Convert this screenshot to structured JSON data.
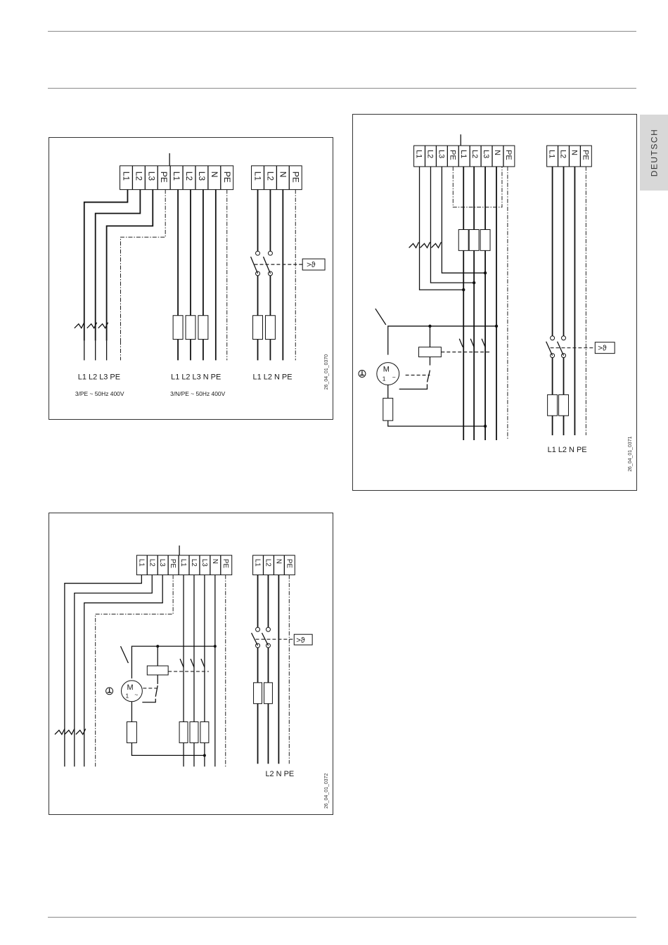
{
  "sidebar_tab": {
    "label": "DEUTSCH"
  },
  "figure_a": {
    "terminal_labels": [
      "L1",
      "L2",
      "L3",
      "PE",
      "L1",
      "L2",
      "L3",
      "N",
      "PE"
    ],
    "terminal2_labels": [
      "L1",
      "L2",
      "N",
      "PE"
    ],
    "bottom_labels_1": "L1 L2 L3 PE",
    "bottom_labels_2": "L1 L2 L3 N PE",
    "bottom_labels_3": "L1 L2 N PE",
    "supply_1": "3/PE ~ 50Hz 400V",
    "supply_2": "3/N/PE ~ 50Hz 400V",
    "thermostat_symbol": ">ϑ",
    "image_code": "26_04_01_0370"
  },
  "figure_b": {
    "terminal_labels": [
      "L1",
      "L2",
      "L3",
      "PE",
      "L1",
      "L2",
      "L3",
      "N",
      "PE"
    ],
    "terminal2_labels": [
      "L1",
      "L2",
      "N",
      "PE"
    ],
    "bottom_labels": "L1 L2 N PE",
    "motor_symbol": "M",
    "thermostat_symbol": ">ϑ",
    "image_code": "26_04_01_0371"
  },
  "figure_c": {
    "terminal_labels": [
      "L1",
      "L2",
      "L3",
      "PE",
      "L1",
      "L2",
      "L3",
      "N",
      "PE"
    ],
    "terminal2_labels": [
      "L1",
      "L2",
      "N",
      "PE"
    ],
    "bottom_labels": "L2 N PE",
    "motor_symbol": "M",
    "thermostat_symbol": ">ϑ",
    "image_code": "26_04_01_0372"
  }
}
